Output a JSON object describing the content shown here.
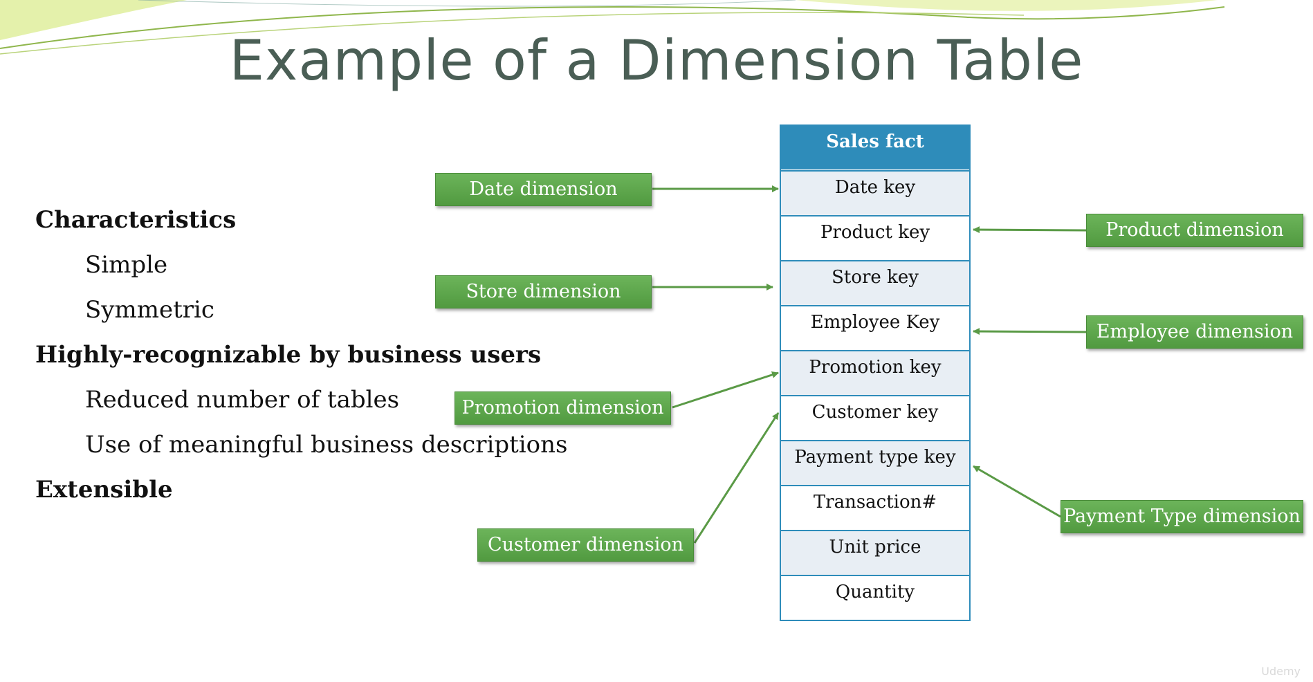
{
  "slide": {
    "title": "Example of a Dimension Table"
  },
  "bullets": [
    {
      "level": 1,
      "text": "Characteristics"
    },
    {
      "level": 2,
      "text": "Simple"
    },
    {
      "level": 2,
      "text": "Symmetric"
    },
    {
      "level": 1,
      "text": "Highly-recognizable by business users"
    },
    {
      "level": 2,
      "text": "Reduced number of tables"
    },
    {
      "level": 2,
      "text": "Use of meaningful business descriptions"
    },
    {
      "level": 1,
      "text": "Extensible"
    }
  ],
  "fact_table": {
    "header": "Sales fact",
    "rows": [
      "Date key",
      "Product key",
      "Store key",
      "Employee Key",
      "Promotion key",
      "Customer key",
      "Payment type key",
      "Transaction#",
      "Unit price",
      "Quantity"
    ]
  },
  "dimensions": {
    "date": "Date dimension",
    "store": "Store dimension",
    "promotion": "Promotion dimension",
    "customer": "Customer dimension",
    "product": "Product dimension",
    "employee": "Employee dimension",
    "payment_type": "Payment Type dimension"
  },
  "watermark": "Udemy",
  "colors": {
    "title": "#4a5e55",
    "fact_header": "#2e8cba",
    "dimension_box": "#5ea84c",
    "arrow": "#5a9a46"
  }
}
